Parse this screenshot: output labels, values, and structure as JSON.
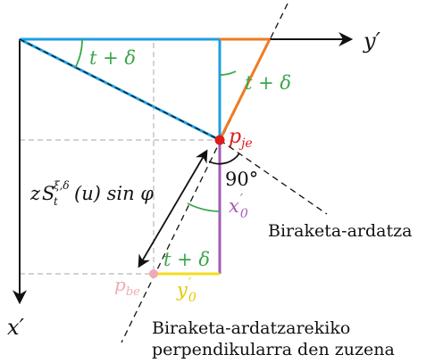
{
  "colors": {
    "black": "#111111",
    "blue": "#1f9de0",
    "orange": "#f07a22",
    "green": "#3aa64a",
    "red": "#e01b1b",
    "purple": "#a45bb8",
    "yellow": "#f2dd1d",
    "pink": "#f2a9b6",
    "grid": "#b8b8b8"
  },
  "axes": {
    "y_prime": "y′",
    "x_prime": "x′"
  },
  "labels": {
    "angle_top": "t + δ",
    "angle_right": "t + δ",
    "angle_bottom": "t + δ",
    "p_je_main": "p",
    "p_je_sub": "je",
    "p_be_main": "p",
    "p_be_sub": "be",
    "right_angle": "90°",
    "x0": "x",
    "x0_sub": "0",
    "x0_prime": "′",
    "y0": "y",
    "y0_sub": "0",
    "y0_prime": "′",
    "distance_z": "z",
    "distance_S": "S",
    "distance_S_sup": "ξ,δ",
    "distance_S_sub": "t",
    "distance_rest": "(u) sin φ",
    "rotation_axis": "Biraketa-ardatza",
    "perpendicular_line_1": "Biraketa-ardatzarekiko",
    "perpendicular_line_2": "perpendikularra den zuzena"
  }
}
